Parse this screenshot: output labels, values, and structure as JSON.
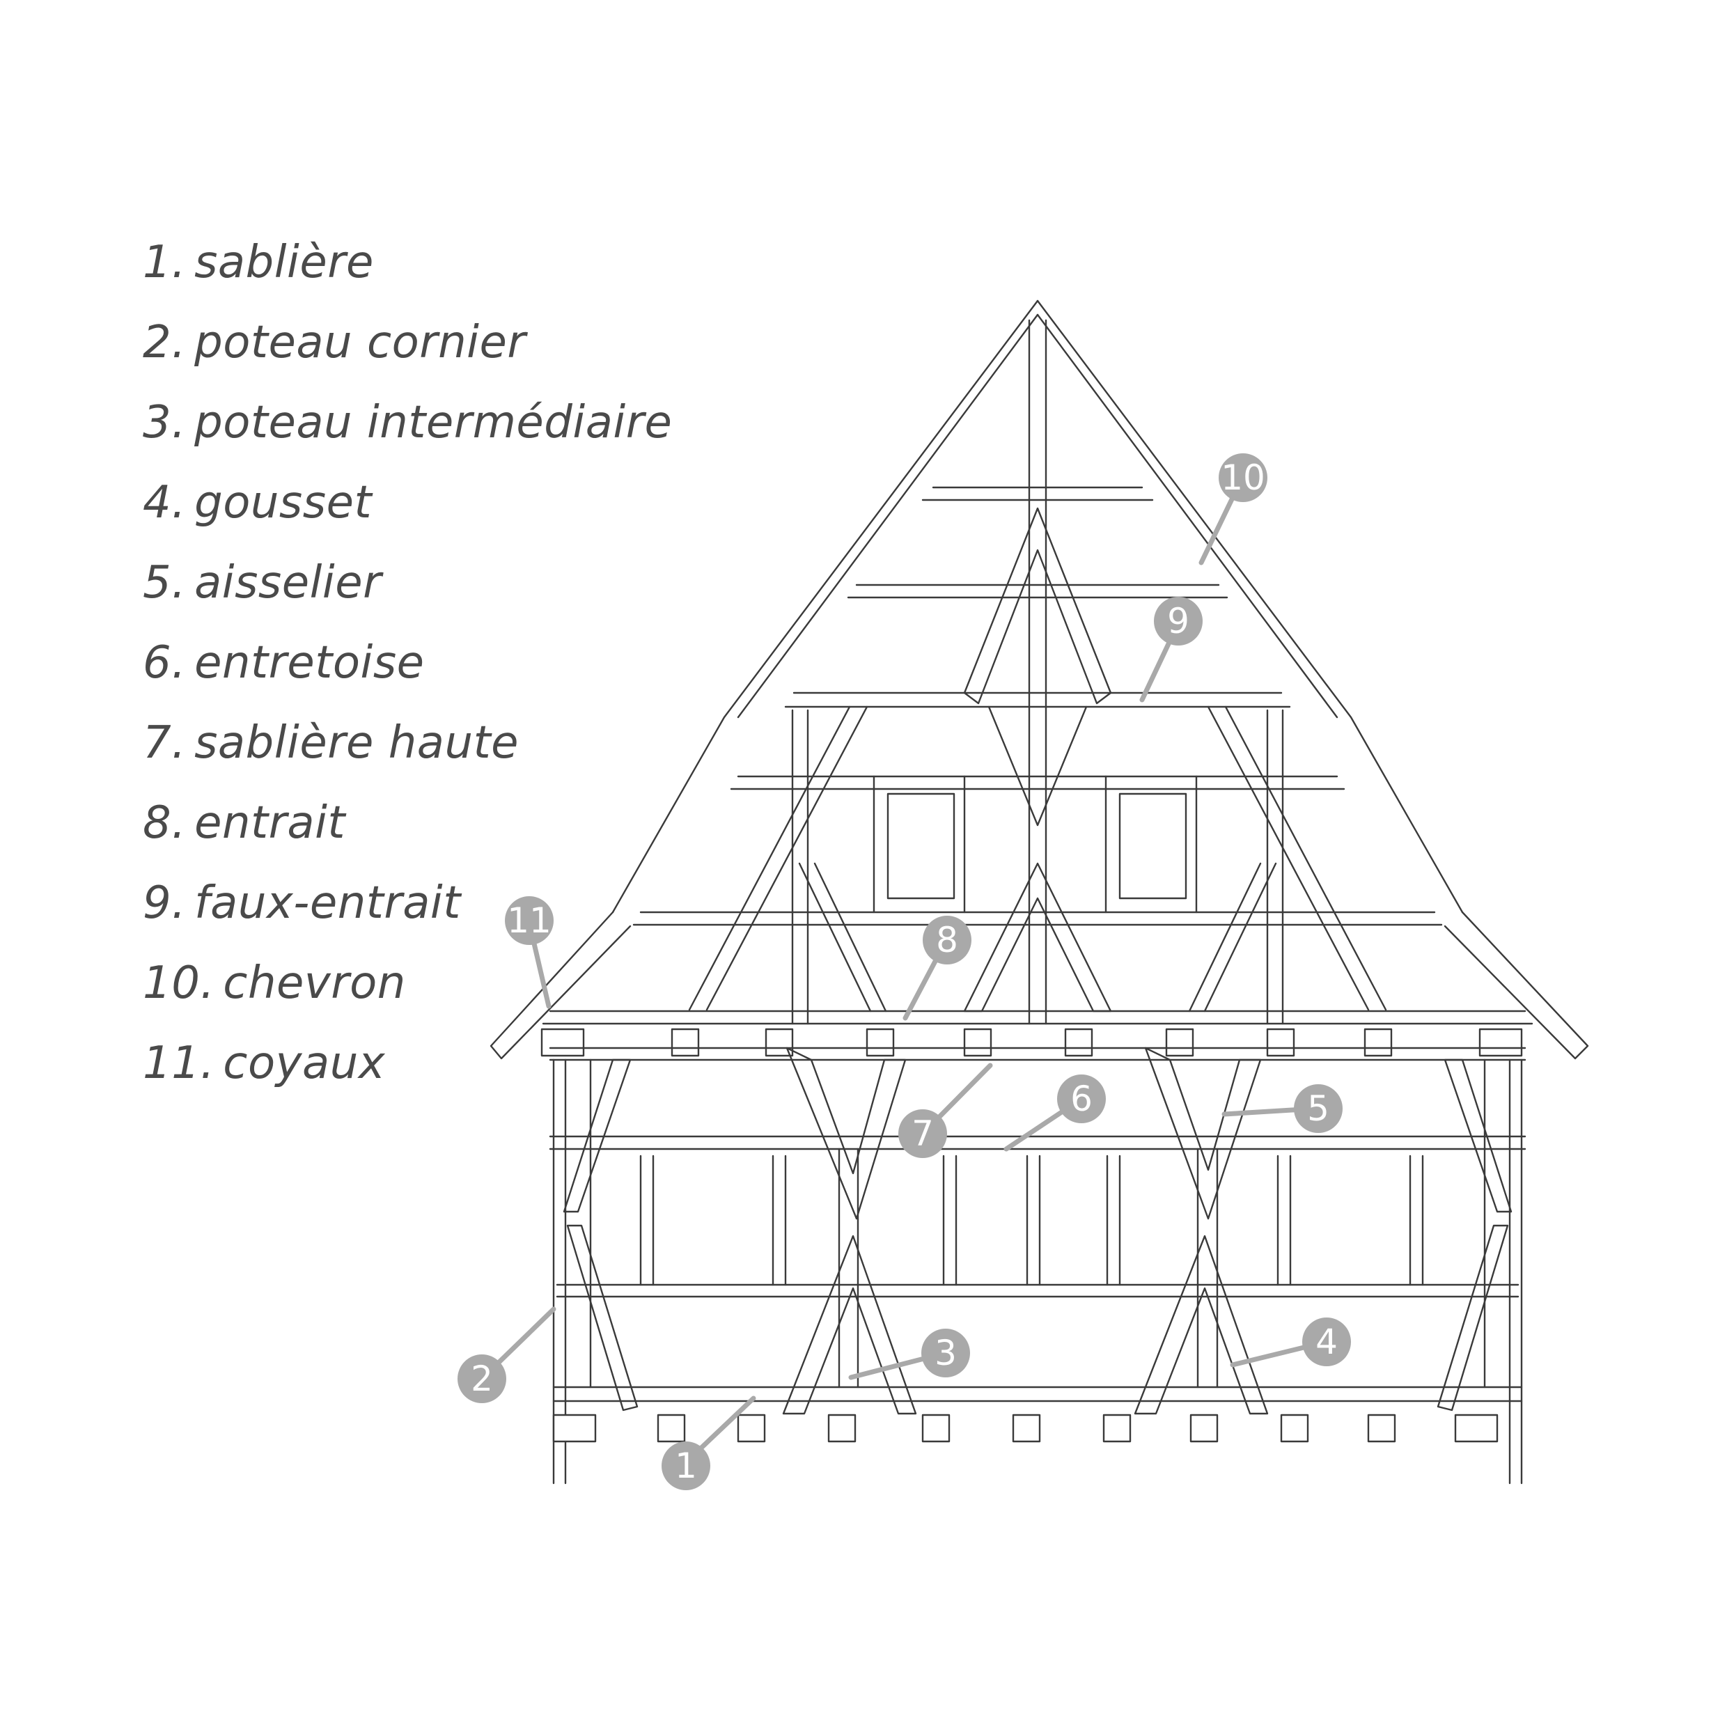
{
  "legend": [
    {
      "num": "1.",
      "label": "sablière"
    },
    {
      "num": "2.",
      "label": "poteau cornier"
    },
    {
      "num": "3.",
      "label": "poteau intermédiaire"
    },
    {
      "num": "4.",
      "label": "gousset"
    },
    {
      "num": "5.",
      "label": "aisselier"
    },
    {
      "num": "6.",
      "label": "entretoise"
    },
    {
      "num": "7.",
      "label": "sablière haute"
    },
    {
      "num": "8.",
      "label": "entrait"
    },
    {
      "num": "9.",
      "label": "faux-entrait"
    },
    {
      "num": "10.",
      "label": "chevron"
    },
    {
      "num": "11.",
      "label": "coyaux"
    }
  ],
  "callouts": [
    "1",
    "2",
    "3",
    "4",
    "5",
    "6",
    "7",
    "8",
    "9",
    "10",
    "11"
  ],
  "colors": {
    "callout": "#a9a9a9",
    "line": "#3a3a3a",
    "text": "#4a4a4a"
  }
}
